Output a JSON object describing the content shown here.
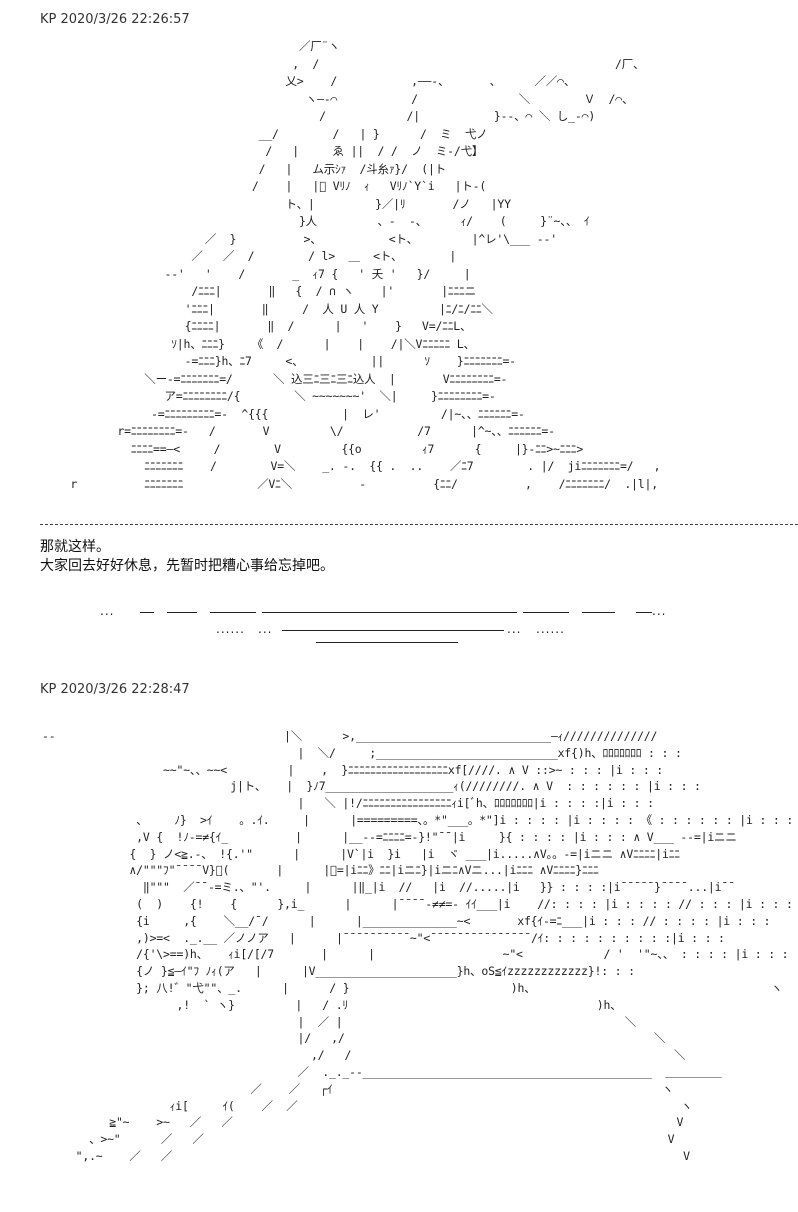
{
  "posts": [
    {
      "header": "KP 2020/3/26 22:26:57",
      "ascii_art": "                                        ／厂¨ヽ\n                                       ,  /                                            /厂、\n                                      乂>    /           ,——-、      、     ／／⌒、\n                                         ヽ—-⌒           /               ＼        Ｖ  /⌒、\n                                           /            /|           }--、⌒ ＼ し_‐⌒)\n                                  __/        /   | }      /  ミ  弋ノ\n                                   /   |     ゑ ||  / /  ノ  ミ-/弋】\n                                  /   |   ム示ｼｧ  /斗糸ｧ}/  (|ト\n                                 /    |   |ﾞ Vﾘﾉ  ｨ   Vﾘﾉ`Y`i   |ト-(\n                                      ト、|         }／|ﾘ       /ノ   |YY\n                                        }人         、-  -、     ｨ/    (     }¨~、、 ｲ\n                          ／  }          >、          <ト、        |^レ'\\___ -‐' \n                        ／   ／  /        / l>  ＿  <ト、       |\n                    -‐'   '    /       _  ｨ7 {   ' 夭 '   }/     |\n                        /ﾆﾆﾆ|       ‖   {  / ∩ ヽ    |'       |ﾆﾆﾆニ\n                       'ﾆﾆﾆ|       ‖     /  人 U 人 Y         |ﾆ/ﾆ/ﾆﾆ＼\n                       {ﾆﾆﾆﾆ|       ‖  /      |   '    }   V=/ﾆﾆL、\n                     ｿ|h、ﾆﾆﾆ}    《  /      |    |    /|＼Vﾆﾆﾆﾆﾆ L、\n                       -=ﾆﾆﾆ}h、ﾆ7     <、          ||      ｿ    }ﾆﾆﾆﾆﾆﾆﾆ=-\n                 ＼ー-=ﾆﾆﾆﾆﾆﾆﾆ=/      ＼ 込三ﾆ三ﾆ三ﾆ込人  |       Vﾆﾆﾆﾆﾆﾆﾆﾆ=-\n                    ア=ﾆﾆﾆﾆﾆﾆﾆﾆ/{        ＼ ~~~~~~~'  ＼|     }ﾆﾆﾆﾆﾆﾆﾆﾆ=-\n                  -=ﾆﾆﾆﾆﾆﾆﾆﾆﾆ=-  ^{{{           |  レ'         /|~、、ﾆﾆﾆﾆﾆﾆ=-\n             r=ﾆﾆﾆﾆﾆﾆﾆﾆ=-   /       V         \\/           /7      |^~、、ﾆﾆﾆﾆﾆﾆ=-\n               ﾆﾆﾆﾆ==—<     /        V         {{o         ｨ7      {     |}-ﾆﾆ>~ﾆﾆﾆ>\n                 ﾆﾆﾆﾆﾆﾆﾆ    /        V=＼    _. -.  {{ .  ..    ／ﾆ7        . |/  jiﾆﾆﾆﾆﾆﾆﾆ=/   ,\n      r          ﾆﾆﾆﾆﾆﾆﾆ           ／Vﾆ＼          -          {ﾆﾆ/          ,    /ﾆﾆﾆﾆﾆﾆﾆ/  .|l|,",
      "dialogue": [
        "那就这样。",
        "大家回去好好休息，先暂时把糟心事给忘掉吧。"
      ],
      "dots_row1": [
        "...",
        "...",
        "..."
      ],
      "dots_row2": [
        "......",
        "...",
        "...",
        "......"
      ]
    },
    {
      "header": "KP 2020/3/26 22:28:47",
      "ascii_art": "-‐                                  |＼      >,_____________________________—ｨ//////////////\n                                      |  ＼/     ;___________________________xf{)h、ﾛﾛﾛﾛﾛﾛﾛ : : :\n                  ~~\"~、、~~<         |    ,  }ﾆﾆﾆﾆﾆﾆﾆﾆﾆﾆﾆﾆﾆﾆﾆﾆﾆﾆxf[////. ∧ V ::>~ : : : |i : : :\n                            j|ト、   |  }ﾉ7___________________ｨ(////////. ∧ V  : : : : : : |i : : :\n                                      |   ＼ |!/ﾆﾆﾆﾆﾆﾆﾆﾆﾆﾆﾆﾆﾆﾆﾆﾆｨi[ﾞh、ﾛﾛﾛﾛﾛﾛﾛ|i : : : :|i : : :\n              、    ﾉ}  >ｲ    。.ｲ.     |      |=========、。*\"___。*\"]i : : : : |i : : : : 《 : : : : : : |i : : :\n              ,V {  !ﾉ-=≠{ｲ_          |      |__--=ﾆﾆﾆﾆ=-}!\"¯¯|i     }{ : : : : |i : : : ∧ V___ --=|iニニ\n             {  } ノ<≧.-、 !{.'\"      |      |V`|i  }i   |i  ヾ ___|i.....∧V。。-=|iニニ ∧Vﾆﾆﾆﾆ|iﾆﾆ\n             ∧/\"\"\"ﾌ\"¯¯¯¯V}ﾞ(       |      |》=|iﾆﾆ》ﾆﾆ|iニﾆ}|iニﾆ∧Vニ...|iﾆﾆﾆ ∧Vﾆﾆﾆﾆ}ﾆﾆﾆ\n               ‖\"\"\"  ／¯¯-=ミ.、\"'.     |      |‖_|i  //   |i  //.....|i   }} : : : :|i¯¯¯¯¯}¯¯¯¯...|i¯¯\n              (  )    {!    {      },i_      |      |¯¯¯¯‐≠≠=- ｲｲ___|i    //: : : : |i : : : : // : : : |i : : :\n              {i     ,{    ＼__/¯/      |      |______________~<       xf{ｲ-=ﾆ___|i : : : // : : : : |i : : :\n              ,)>=<  ._.__ ／ノノア   |      |¯¯¯¯¯¯¯¯¯¯~\"<¯¯¯¯¯¯¯¯¯¯¯¯¯¯¯/ｲ: : : : : : : : : :|i : : :\n              /{'\\>==)h、   ｨi[/[/7       |      |                   ~\"<            / '  '\"~、、 : : : : |i : : :\n              {ノ }≦—ｲ\"ﾌ ﾉｨ(ア   |      |V_____________________}h、oS≦ｲzzzzzzzzzzzz}!: : :\n              }; 八!゛\"弋\"\"、_.      |      / }                        )h、                                   ヽ\n                    ,!  ` ヽ}         |   / .ﾘ                                     )h、\n                                      |  ／ |                                          ＼\n                                      |/   ,/                                              ＼\n                                        ,/   /                                                ＼\n                                      ／  ._._-‐___________________________________________  ＿＿＿＿＿\n                               ／    ／   ┌ｲ                                                 ヽ\n                   ｨi[     ｲ(    ／  ／                                                         ヽ\n          ≧\"~    >~   ／   ／                                                                  V\n       、>~\"      ／   ／                                                                     V\n     \",.~    ／   ／                                                                            V"
    }
  ],
  "colors": {
    "background": "#ffffff",
    "ink": "#222222",
    "divider": "#444444"
  }
}
